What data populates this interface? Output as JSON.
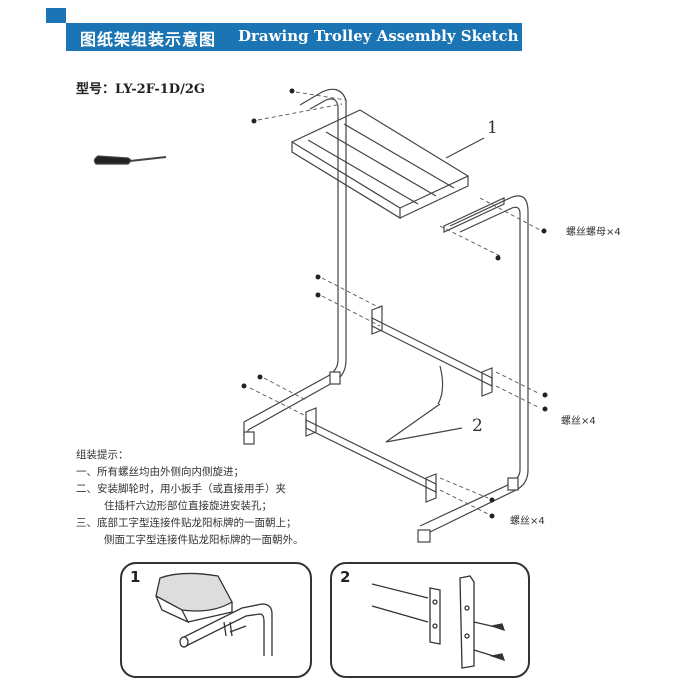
{
  "header": {
    "title_cn": "图纸架组装示意图",
    "title_en": "Drawing Trolley Assembly Sketch"
  },
  "model": {
    "label": "型号：LY-2F-1D/2G"
  },
  "callouts": {
    "part1": "1",
    "part2": "2",
    "screw_nut": "螺丝螺母×4",
    "screw_mid": "螺丝×4",
    "screw_bottom": "螺丝×4"
  },
  "tips": {
    "heading": "组装提示：",
    "lines": [
      "一、所有螺丝均由外侧向内侧旋进；",
      "二、安装脚轮时，用小扳手（或直接用手）夹",
      "住插杆六边形部位直接旋进安装孔；",
      "三、底部工字型连接件贴龙阳标牌的一面朝上；",
      "侧面工字型连接件贴龙阳标牌的一面朝外。"
    ]
  },
  "details": {
    "detail1": "1",
    "detail2": "2"
  },
  "colors": {
    "accent": "#1b74b4"
  }
}
